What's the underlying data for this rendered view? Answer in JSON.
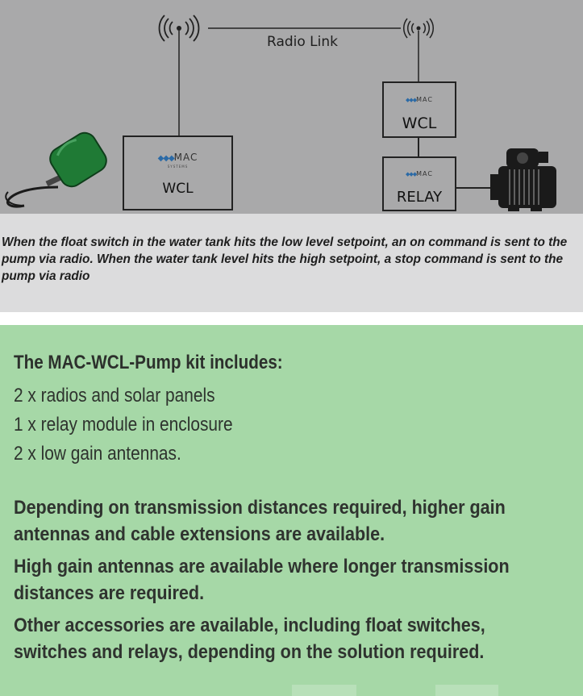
{
  "diagram": {
    "link_label": "Radio Link",
    "left_unit": {
      "brand": "MAC",
      "brand_sub": "SYSTEMS",
      "name": "WCL"
    },
    "right_unit": {
      "brand": "MAC",
      "name": "WCL"
    },
    "relay_unit": {
      "brand": "MAC",
      "name": "RELAY"
    },
    "icons": [
      "antenna-icon",
      "float-switch-icon",
      "pump-icon"
    ],
    "colors": {
      "background": "#a9a9aa",
      "float_switch": "#1f7a35"
    }
  },
  "caption": "When the float switch in the water tank hits the low level setpoint, an on command is sent to the pump via radio. When the water tank level hits the high setpoint, a stop command is sent to the pump via radio",
  "kit": {
    "heading": "The MAC-WCL-Pump kit includes:",
    "items": [
      "2 x radios and solar panels",
      "1 x relay module in enclosure",
      "2 x low gain antennas."
    ]
  },
  "notes": [
    "Depending on transmission distances required, higher gain antennas and cable extensions are available.",
    "High gain antennas are available where longer transmission distances are required.",
    "Other accessories are available, including float switches, switches and relays, depending on the solution required."
  ],
  "colors": {
    "panel": "#a6d8a7",
    "caption_bg": "#dcdcdd"
  }
}
